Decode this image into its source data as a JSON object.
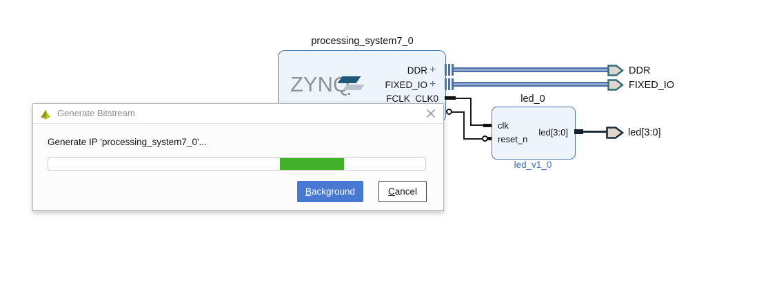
{
  "diagram": {
    "ps_block": {
      "title": "processing_system7_0",
      "logo_text": "ZYNQ",
      "ports": [
        {
          "label": "DDR",
          "expand": "+"
        },
        {
          "label": "FIXED_IO",
          "expand": "+"
        },
        {
          "label": "FCLK_CLK0",
          "expand": ""
        }
      ]
    },
    "led_block": {
      "title": "led_0",
      "subtitle": "led_v1_0",
      "input_clk": "clk",
      "input_reset": "reset_n",
      "output": "led[3:0]"
    },
    "external_ports": {
      "ddr": "DDR",
      "fixed_io": "FIXED_IO",
      "led": "led[3:0]"
    }
  },
  "dialog": {
    "title": "Generate Bitstream",
    "message": "Generate IP 'processing_system7_0'...",
    "progress": {
      "style": "indeterminate"
    },
    "buttons": {
      "background": {
        "accel": "B",
        "rest": "ackground"
      },
      "cancel": {
        "accel": "C",
        "rest": "ancel"
      }
    }
  },
  "colors": {
    "block_fill": "#eef4fb",
    "block_border": "#4d74ad",
    "bus_line": "#4a70a8",
    "wire": "#1a1a1a",
    "port_fill": "#ded6cf",
    "interface_port_border": "#2d6e78",
    "net_port_border": "#1c2b3a",
    "primary_button": "#4879d2",
    "progress_green": "#43b02a",
    "ip_link_blue": "#3e6db5"
  }
}
